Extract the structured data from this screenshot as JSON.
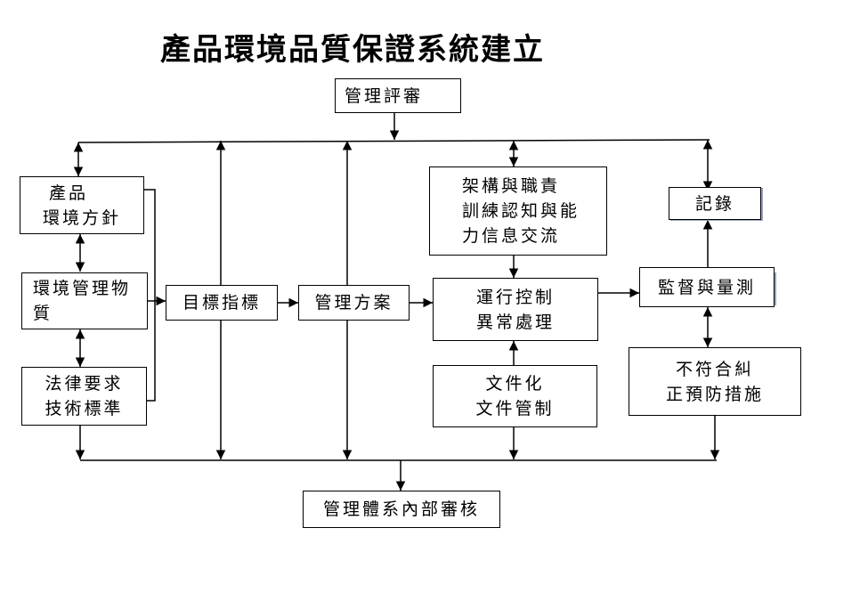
{
  "title": "產品環境品質保證系統建立",
  "boxes": {
    "mgmt_review": [
      "管理評審"
    ],
    "policy": [
      "產品",
      "環境方針"
    ],
    "env_substances": [
      "環境管理物",
      "質"
    ],
    "legal": [
      "法律要求",
      "技術標準"
    ],
    "objectives": [
      "目標指標"
    ],
    "mgmt_program": [
      "管理方案"
    ],
    "structure": [
      "架構與職責",
      "訓練認知與能",
      "力信息交流"
    ],
    "operation": [
      "運行控制",
      "異常處理"
    ],
    "document": [
      "文件化",
      "文件管制"
    ],
    "records": [
      "記錄"
    ],
    "monitoring": [
      "監督與量測"
    ],
    "corrective": [
      "不符合糾",
      "正預防措施"
    ],
    "internal_audit": [
      "管理體系內部審核"
    ]
  }
}
